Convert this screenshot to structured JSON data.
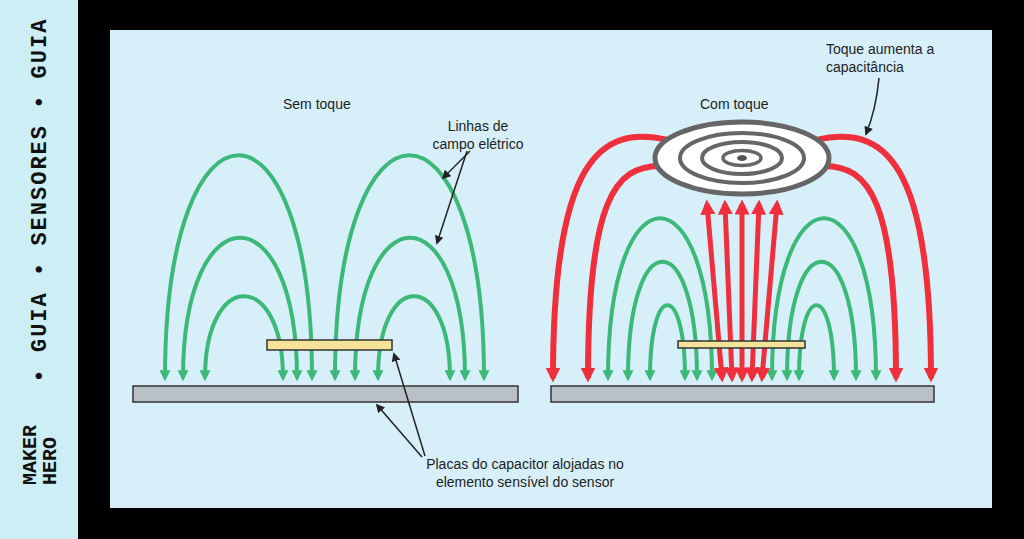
{
  "diagram": {
    "labels": [
      "• GUIA • SENSORES • GUIA",
      "MAKER HERO",
      "Sem toque",
      "Linhas de campo elétrico",
      "Com toque",
      "Toque aumenta a capacitância",
      "Placas do capacitor alojadas no elemento sensível do sensor"
    ]
  }
}
